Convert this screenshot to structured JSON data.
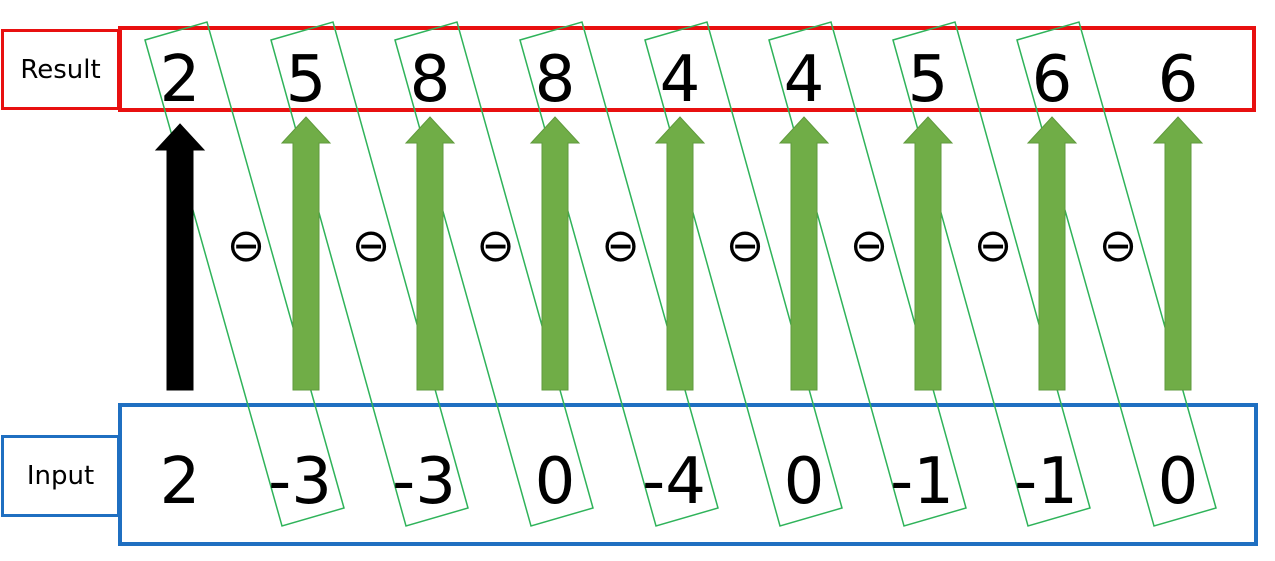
{
  "labels": {
    "result": "Result",
    "input": "Input"
  },
  "result_values": [
    "2",
    "5",
    "8",
    "8",
    "4",
    "4",
    "5",
    "6",
    "6"
  ],
  "input_values": [
    "2",
    "-3",
    "-3",
    "0",
    "-4",
    "0",
    "-1",
    "-1",
    "0"
  ],
  "operator_symbol": "⊖",
  "colors": {
    "result_border": "#e81010",
    "input_border": "#1f6fc1",
    "group_outline": "#2fb35a",
    "first_arrow": "#000000",
    "arrow": "#70ad47",
    "arrow_outline": "#5f9a3c"
  }
}
